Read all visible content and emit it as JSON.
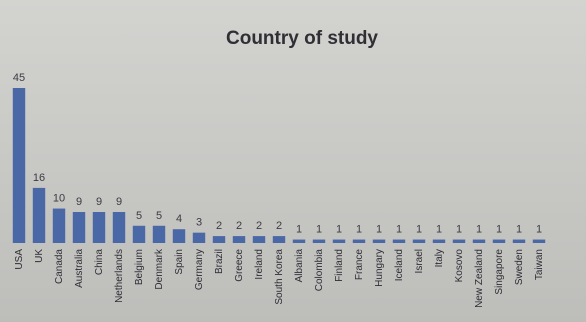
{
  "chart_data": {
    "type": "bar",
    "title": "Country of study",
    "xlabel": "",
    "ylabel": "",
    "ylim": [
      0,
      45
    ],
    "grid": false,
    "legend": "none",
    "categories": [
      "USA",
      "UK",
      "Canada",
      "Australia",
      "China",
      "Netherlands",
      "Belgium",
      "Denmark",
      "Spain",
      "Germany",
      "Brazil",
      "Greece",
      "Ireland",
      "South Korea",
      "Albania",
      "Colombia",
      "Finland",
      "France",
      "Hungary",
      "Iceland",
      "Israel",
      "Italy",
      "Kosovo",
      "New Zealand",
      "Singapore",
      "Sweden",
      "Taiwan"
    ],
    "values": [
      45,
      16,
      10,
      9,
      9,
      9,
      5,
      5,
      4,
      3,
      2,
      2,
      2,
      2,
      1,
      1,
      1,
      1,
      1,
      1,
      1,
      1,
      1,
      1,
      1,
      1,
      1
    ],
    "colors": {
      "bar": "#4a67a6",
      "text": "#2f2f35"
    }
  }
}
